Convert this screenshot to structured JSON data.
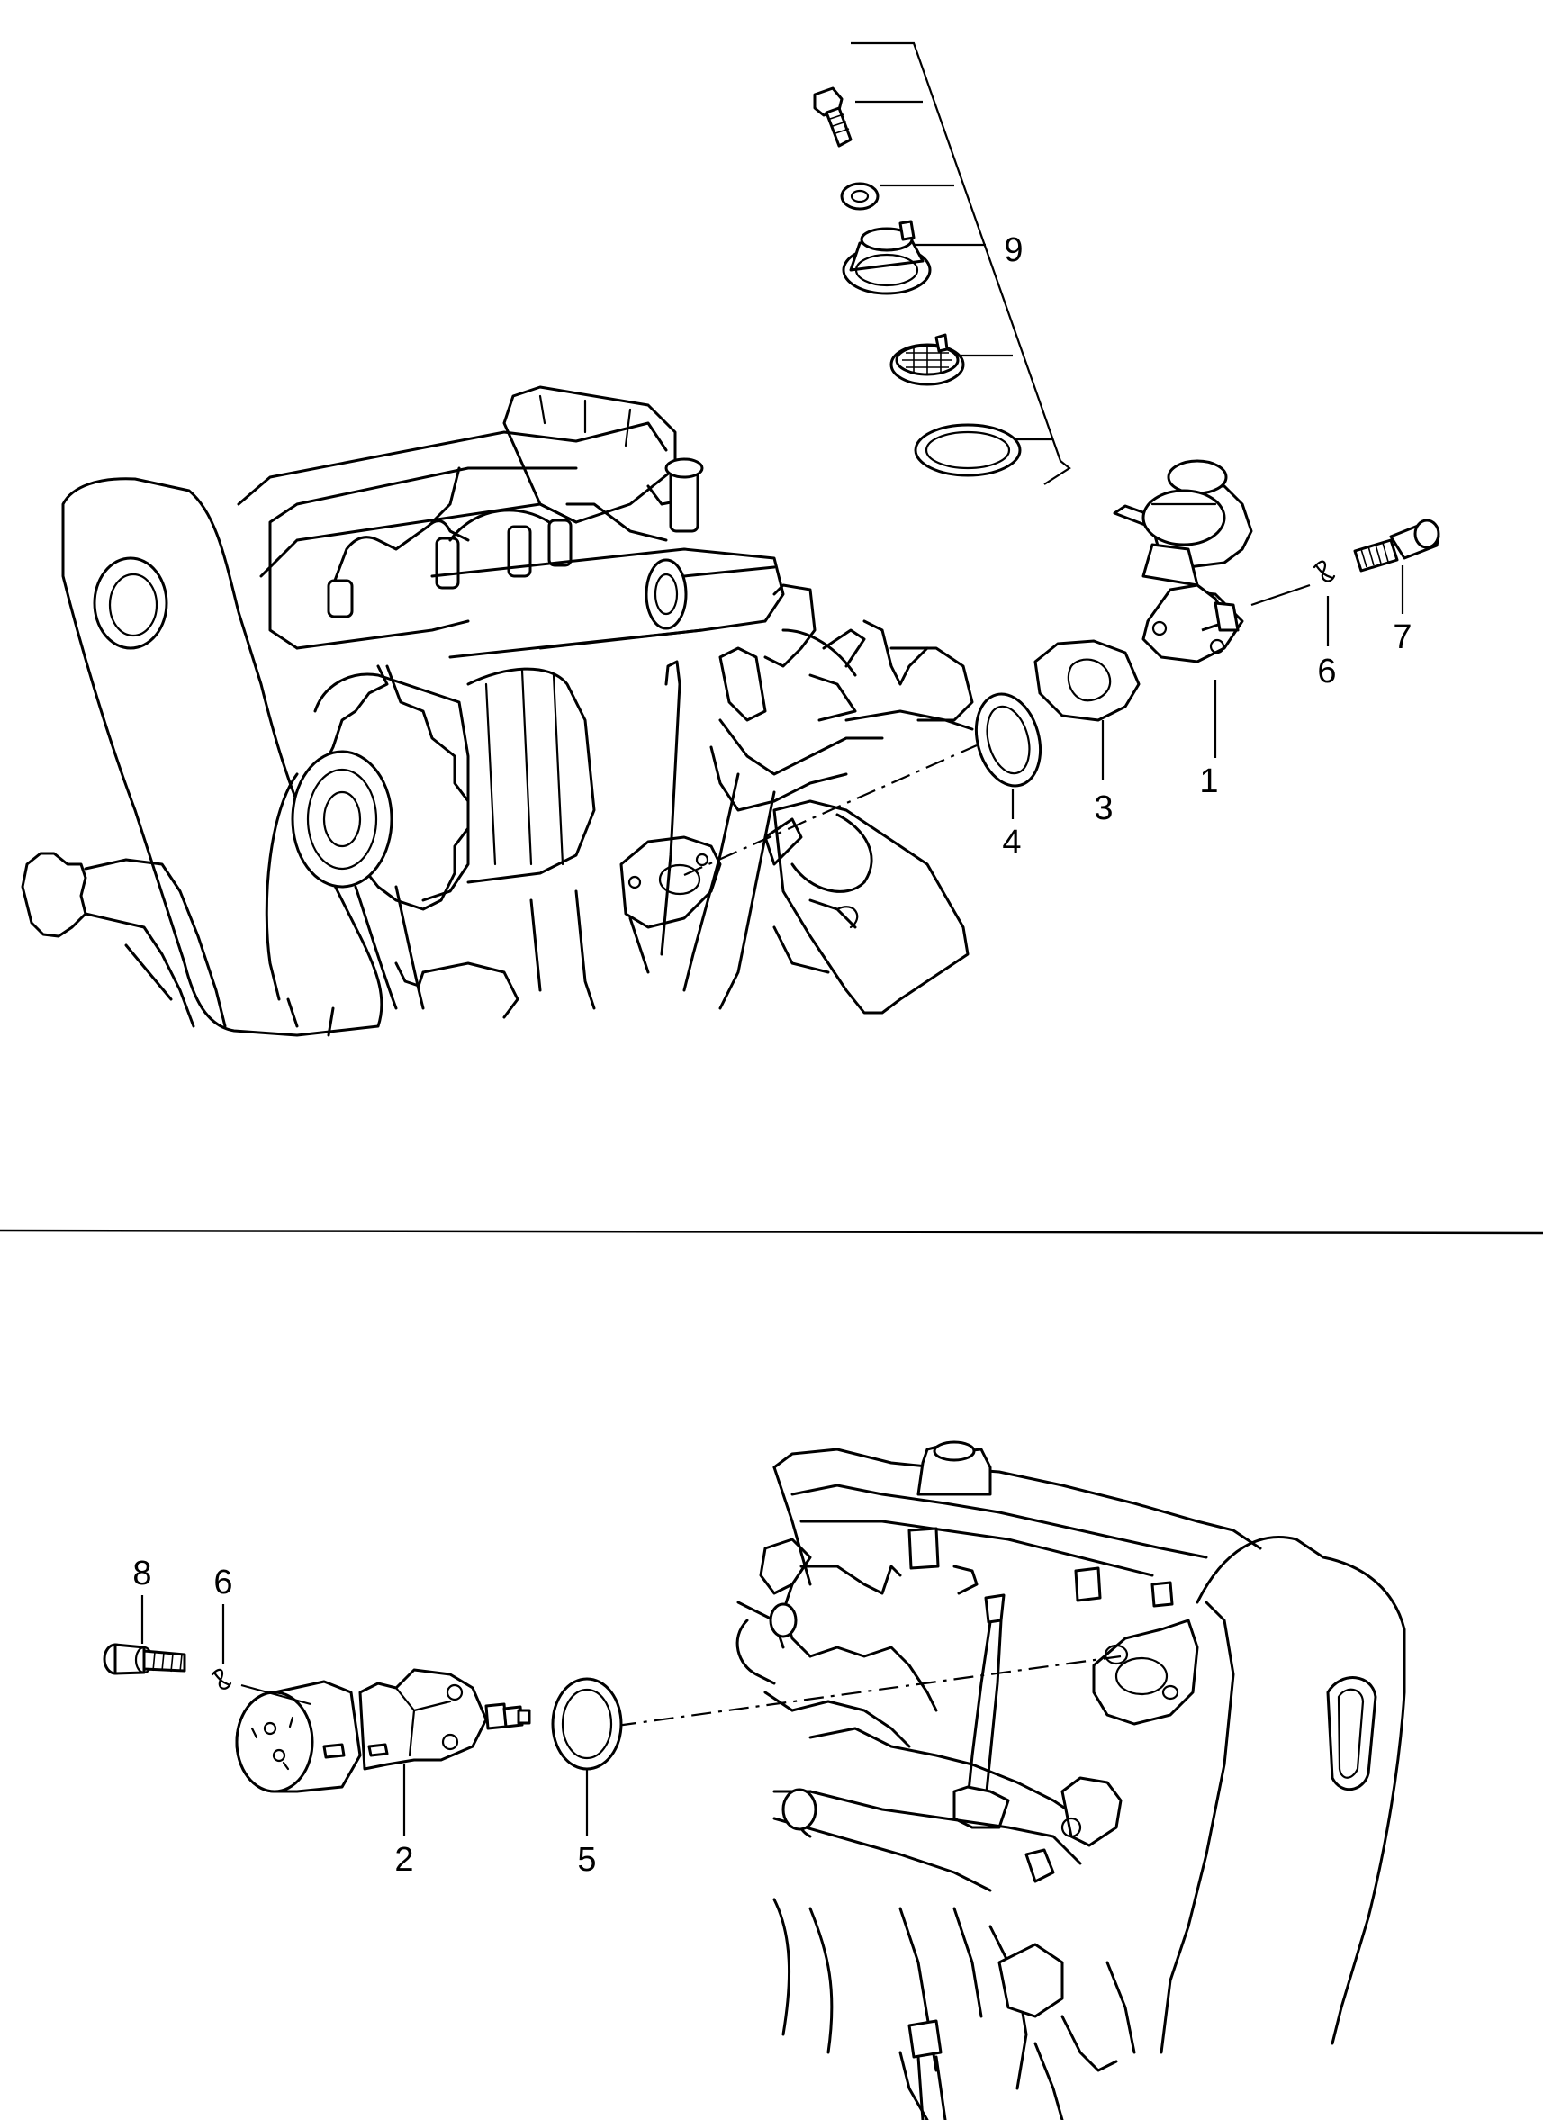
{
  "labels": {
    "p1": "1",
    "p2": "2",
    "p3": "3",
    "p4": "4",
    "p5": "5",
    "p6a": "6",
    "p6b": "6",
    "p7": "7",
    "p8": "8",
    "p9": "9"
  }
}
